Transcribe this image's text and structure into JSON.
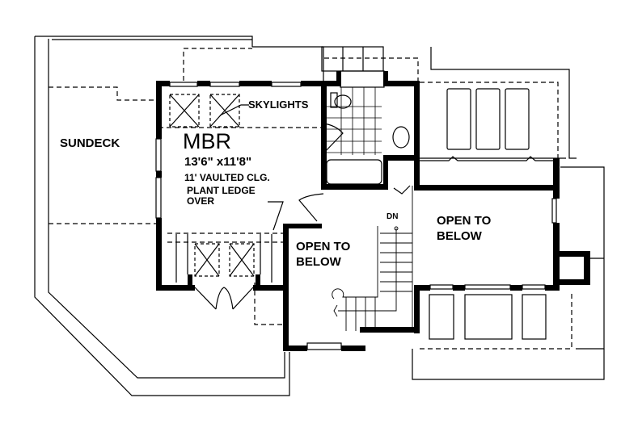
{
  "plan": {
    "type": "second-floor-plan",
    "colors": {
      "wall": "#000000",
      "background": "#ffffff",
      "line": "#000000"
    }
  },
  "rooms": {
    "sundeck": {
      "label": "SUNDECK"
    },
    "mbr": {
      "label": "MBR",
      "dimensions": "13'6\" x11'8\"",
      "ceiling": "11' VAULTED CLG.",
      "note_line1": "PLANT LEDGE",
      "note_line2": "OVER"
    },
    "open_to_below_left": {
      "line1": "OPEN TO",
      "line2": "BELOW"
    },
    "open_to_below_right": {
      "line1": "OPEN TO",
      "line2": "BELOW"
    }
  },
  "annotations": {
    "skylights": "SKYLIGHTS",
    "stairs_down": "DN"
  }
}
